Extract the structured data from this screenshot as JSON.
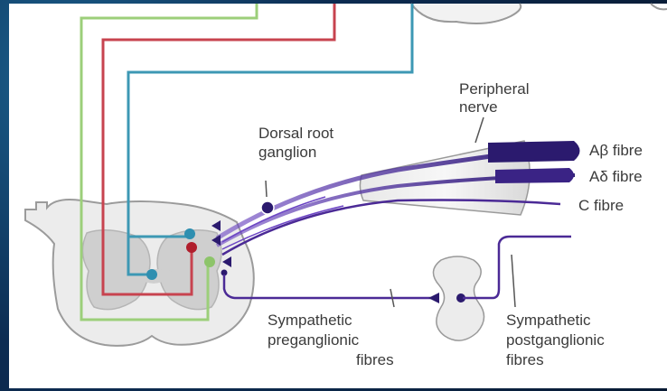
{
  "labels": {
    "peripheral_nerve_line1": "Peripheral",
    "peripheral_nerve_line2": "nerve",
    "drg_line1": "Dorsal root",
    "drg_line2": "ganglion",
    "abeta": "Aβ fibre",
    "adelta": "Aδ fibre",
    "c_fibre": "C fibre",
    "symp_pre_line1": "Sympathetic",
    "symp_pre_line2": "preganglionic",
    "symp_pre_line3": "fibres",
    "symp_post_line1": "Sympathetic",
    "symp_post_line2": "postganglionic",
    "symp_post_line3": "fibres"
  },
  "colors": {
    "background": "#0c2c52",
    "panel": "#ffffff",
    "green_tract": "#9ccf7a",
    "red_tract": "#c7434f",
    "teal_tract": "#3d98b4",
    "fibre_purple": "#5a2ea8",
    "fibre_dark": "#2b1a6e",
    "grey_matter": "#cfcfcf",
    "white_matter": "#ececec"
  }
}
